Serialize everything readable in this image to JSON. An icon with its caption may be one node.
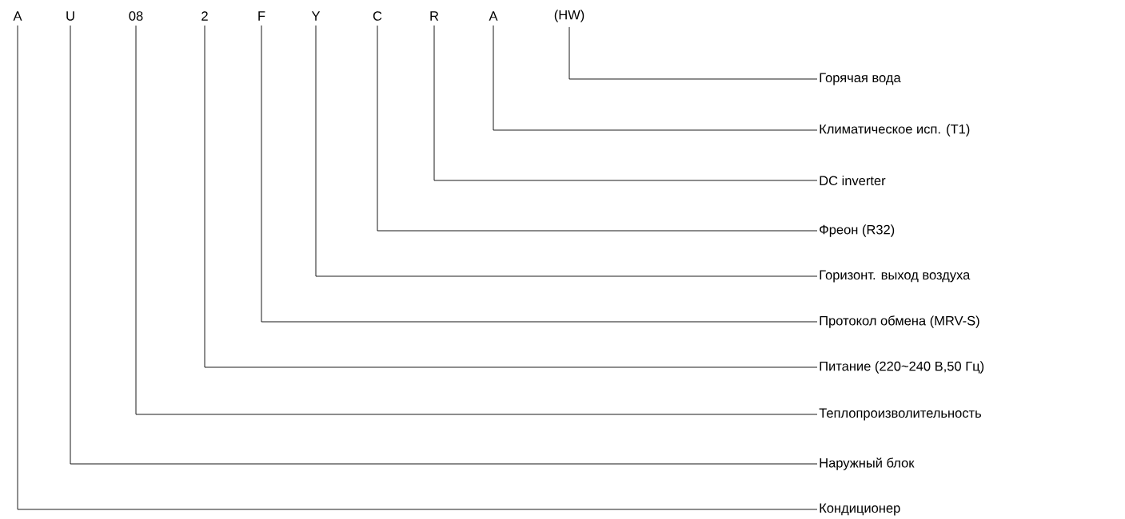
{
  "diagram": {
    "nodes": [
      {
        "text": [
          "A"
        ]
      },
      {
        "text": [
          "U"
        ]
      },
      {
        "text": [
          "08"
        ]
      },
      {
        "text": [
          "2"
        ]
      },
      {
        "text": [
          "F"
        ]
      },
      {
        "text": [
          "Y"
        ]
      },
      {
        "text": [
          "C"
        ]
      },
      {
        "text": [
          "R"
        ]
      },
      {
        "text": [
          "A"
        ]
      },
      {
        "text": [
          "(HW)"
        ]
      },
      {
        "text": [
          "Горячая вода"
        ]
      },
      {
        "text": [
          "Климатическое исп. (Т1)"
        ]
      },
      {
        "text": [
          "DC inverter"
        ]
      },
      {
        "text": [
          "Фреон (R32)"
        ]
      },
      {
        "text": [
          "Горизонт. выход воздуха"
        ]
      },
      {
        "text": [
          "Протокол обмена (MRV-S)"
        ]
      },
      {
        "text": [
          "Питание (220~240 В,50 Гц)"
        ]
      },
      {
        "text": [
          "Теплопроизволительность"
        ]
      },
      {
        "text": [
          "Наружный блок"
        ]
      },
      {
        "text": [
          "Кондиционер"
        ]
      }
    ],
    "edges": [
      {
        "from": 9,
        "to": 10,
        "arrow": "none"
      },
      {
        "from": 8,
        "to": 11,
        "arrow": "none"
      },
      {
        "from": 7,
        "to": 12,
        "arrow": "none"
      },
      {
        "from": 6,
        "to": 13,
        "arrow": "none"
      },
      {
        "from": 5,
        "to": 14,
        "arrow": "none"
      },
      {
        "from": 4,
        "to": 15,
        "arrow": "none"
      },
      {
        "from": 3,
        "to": 16,
        "arrow": "none"
      },
      {
        "from": 2,
        "to": 17,
        "arrow": "none"
      },
      {
        "from": 1,
        "to": 18,
        "arrow": "none"
      },
      {
        "from": 0,
        "to": 19,
        "arrow": "none"
      }
    ]
  }
}
